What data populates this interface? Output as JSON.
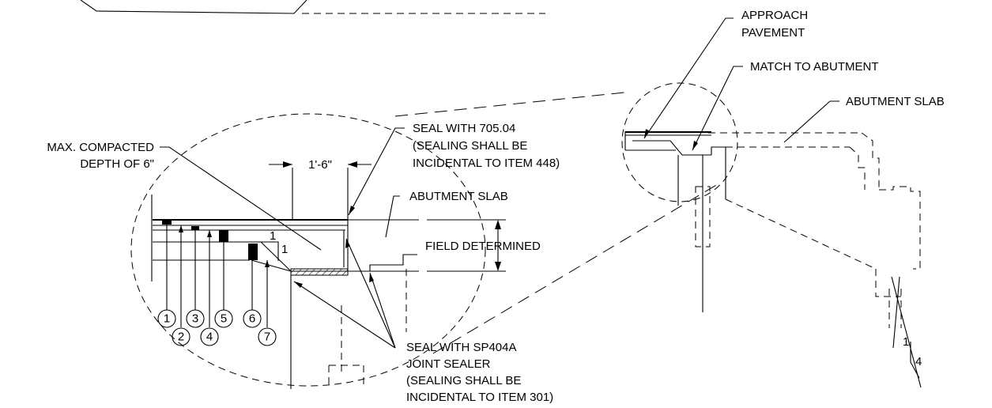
{
  "labels": {
    "max_compacted_line1": "MAX. COMPACTED",
    "max_compacted_line2": "DEPTH OF 6\"",
    "dimension": "1'-6\"",
    "seal_705_line1": "SEAL WITH 705.04",
    "seal_705_line2": "(SEALING SHALL BE",
    "seal_705_line3": "INCIDENTAL TO ITEM 448)",
    "abutment_slab_detail": "ABUTMENT SLAB",
    "field_determined": "FIELD DETERMINED",
    "slope_detail_rise": "1",
    "slope_detail_run": "1",
    "seal_sp404a_line1": "SEAL WITH SP404A",
    "seal_sp404a_line2": "JOINT SEALER",
    "seal_sp404a_line3": "(SEALING SHALL BE",
    "seal_sp404a_line4": "INCIDENTAL TO ITEM 301)",
    "approach_line1": "APPROACH",
    "approach_line2": "PAVEMENT",
    "match_abutment": "MATCH TO ABUTMENT",
    "abutment_slab_overview": "ABUTMENT SLAB",
    "slope_overview_rise": "1",
    "slope_overview_run": "4"
  },
  "callouts": [
    "1",
    "2",
    "3",
    "4",
    "5",
    "6",
    "7"
  ]
}
